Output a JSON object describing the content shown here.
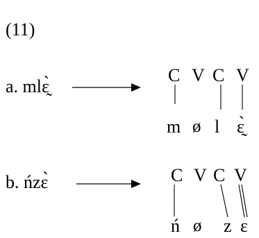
{
  "example_number": "(11)",
  "examples": [
    {
      "label": "a. mlɛ̰̀",
      "skeleton": [
        "C",
        "V",
        "C",
        "V"
      ],
      "segments": [
        "m",
        "ø",
        "l",
        "ɛ̰̀"
      ]
    },
    {
      "label": "b. ńzɛ̀",
      "skeleton": [
        "C",
        "V",
        "C",
        "V"
      ],
      "segments": [
        "ń",
        "ø",
        "z",
        "ɛ"
      ]
    }
  ]
}
